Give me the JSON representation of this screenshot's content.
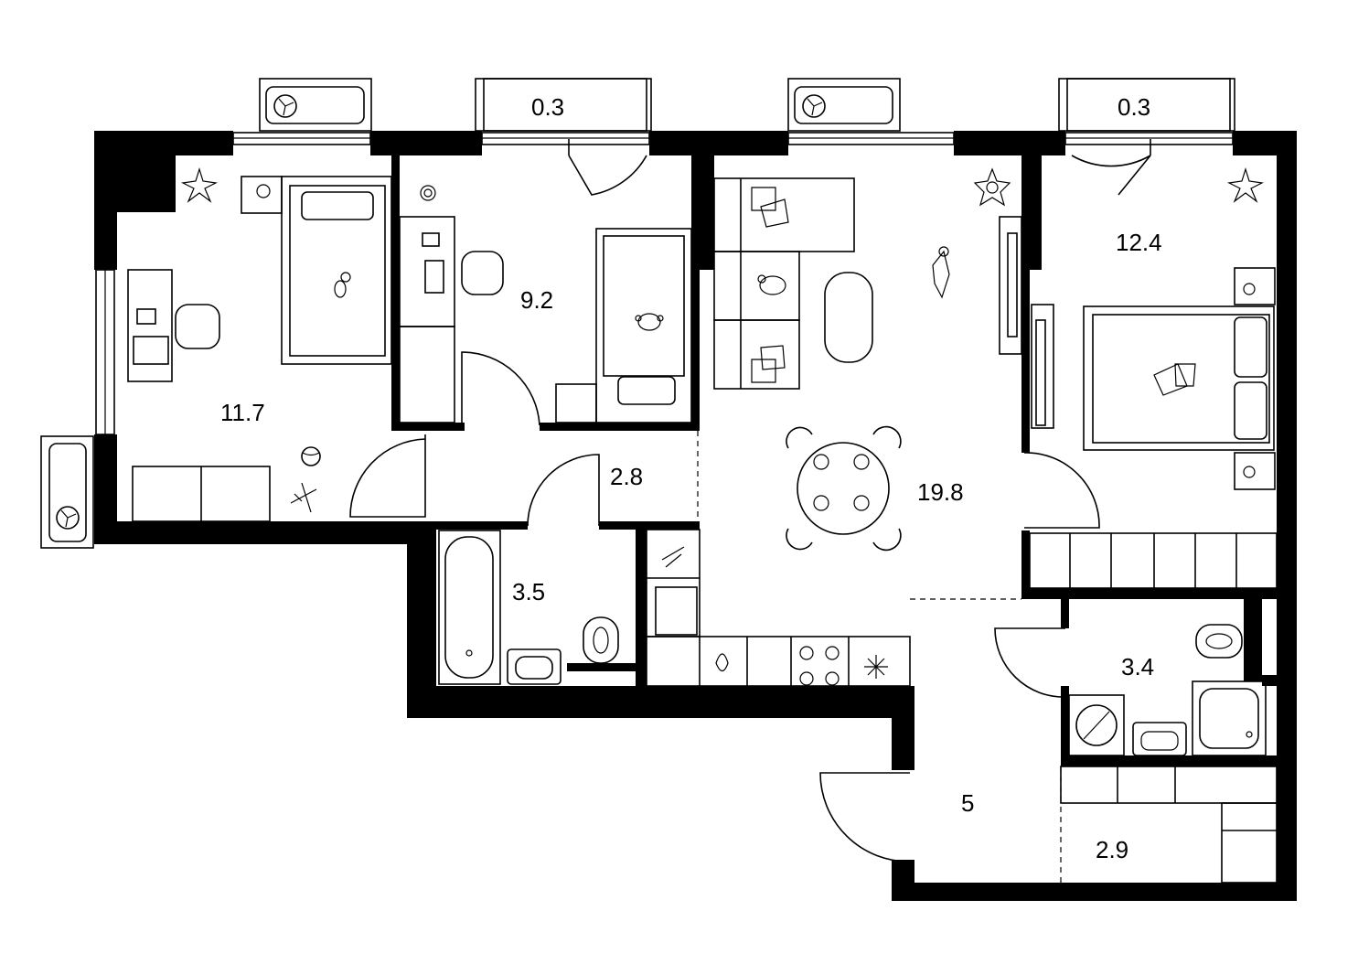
{
  "rooms": [
    {
      "id": "bedroom-left",
      "area": "11.7"
    },
    {
      "id": "kids-room",
      "area": "9.2"
    },
    {
      "id": "balcony-left",
      "area": "0.3"
    },
    {
      "id": "balcony-right",
      "area": "0.3"
    },
    {
      "id": "bedroom-right",
      "area": "12.4"
    },
    {
      "id": "living-kitchen",
      "area": "19.8"
    },
    {
      "id": "hall-corridor",
      "area": "2.8"
    },
    {
      "id": "bathroom",
      "area": "3.5"
    },
    {
      "id": "wc",
      "area": "3.4"
    },
    {
      "id": "entrance-hall",
      "area": "5"
    },
    {
      "id": "storage",
      "area": "2.9"
    }
  ],
  "icons": [
    "fan-icon",
    "plant-icon",
    "toy-bunny-icon",
    "ball-icon",
    "toy-plane-icon",
    "cat-icon",
    "dog-icon",
    "pillow-icon",
    "sink-icon",
    "toilet-icon",
    "bathtub-icon",
    "stove-icon",
    "snowflake-icon",
    "washing-machine-icon",
    "shower-icon"
  ],
  "colors": {
    "wall": "#000000",
    "background": "#ffffff"
  }
}
